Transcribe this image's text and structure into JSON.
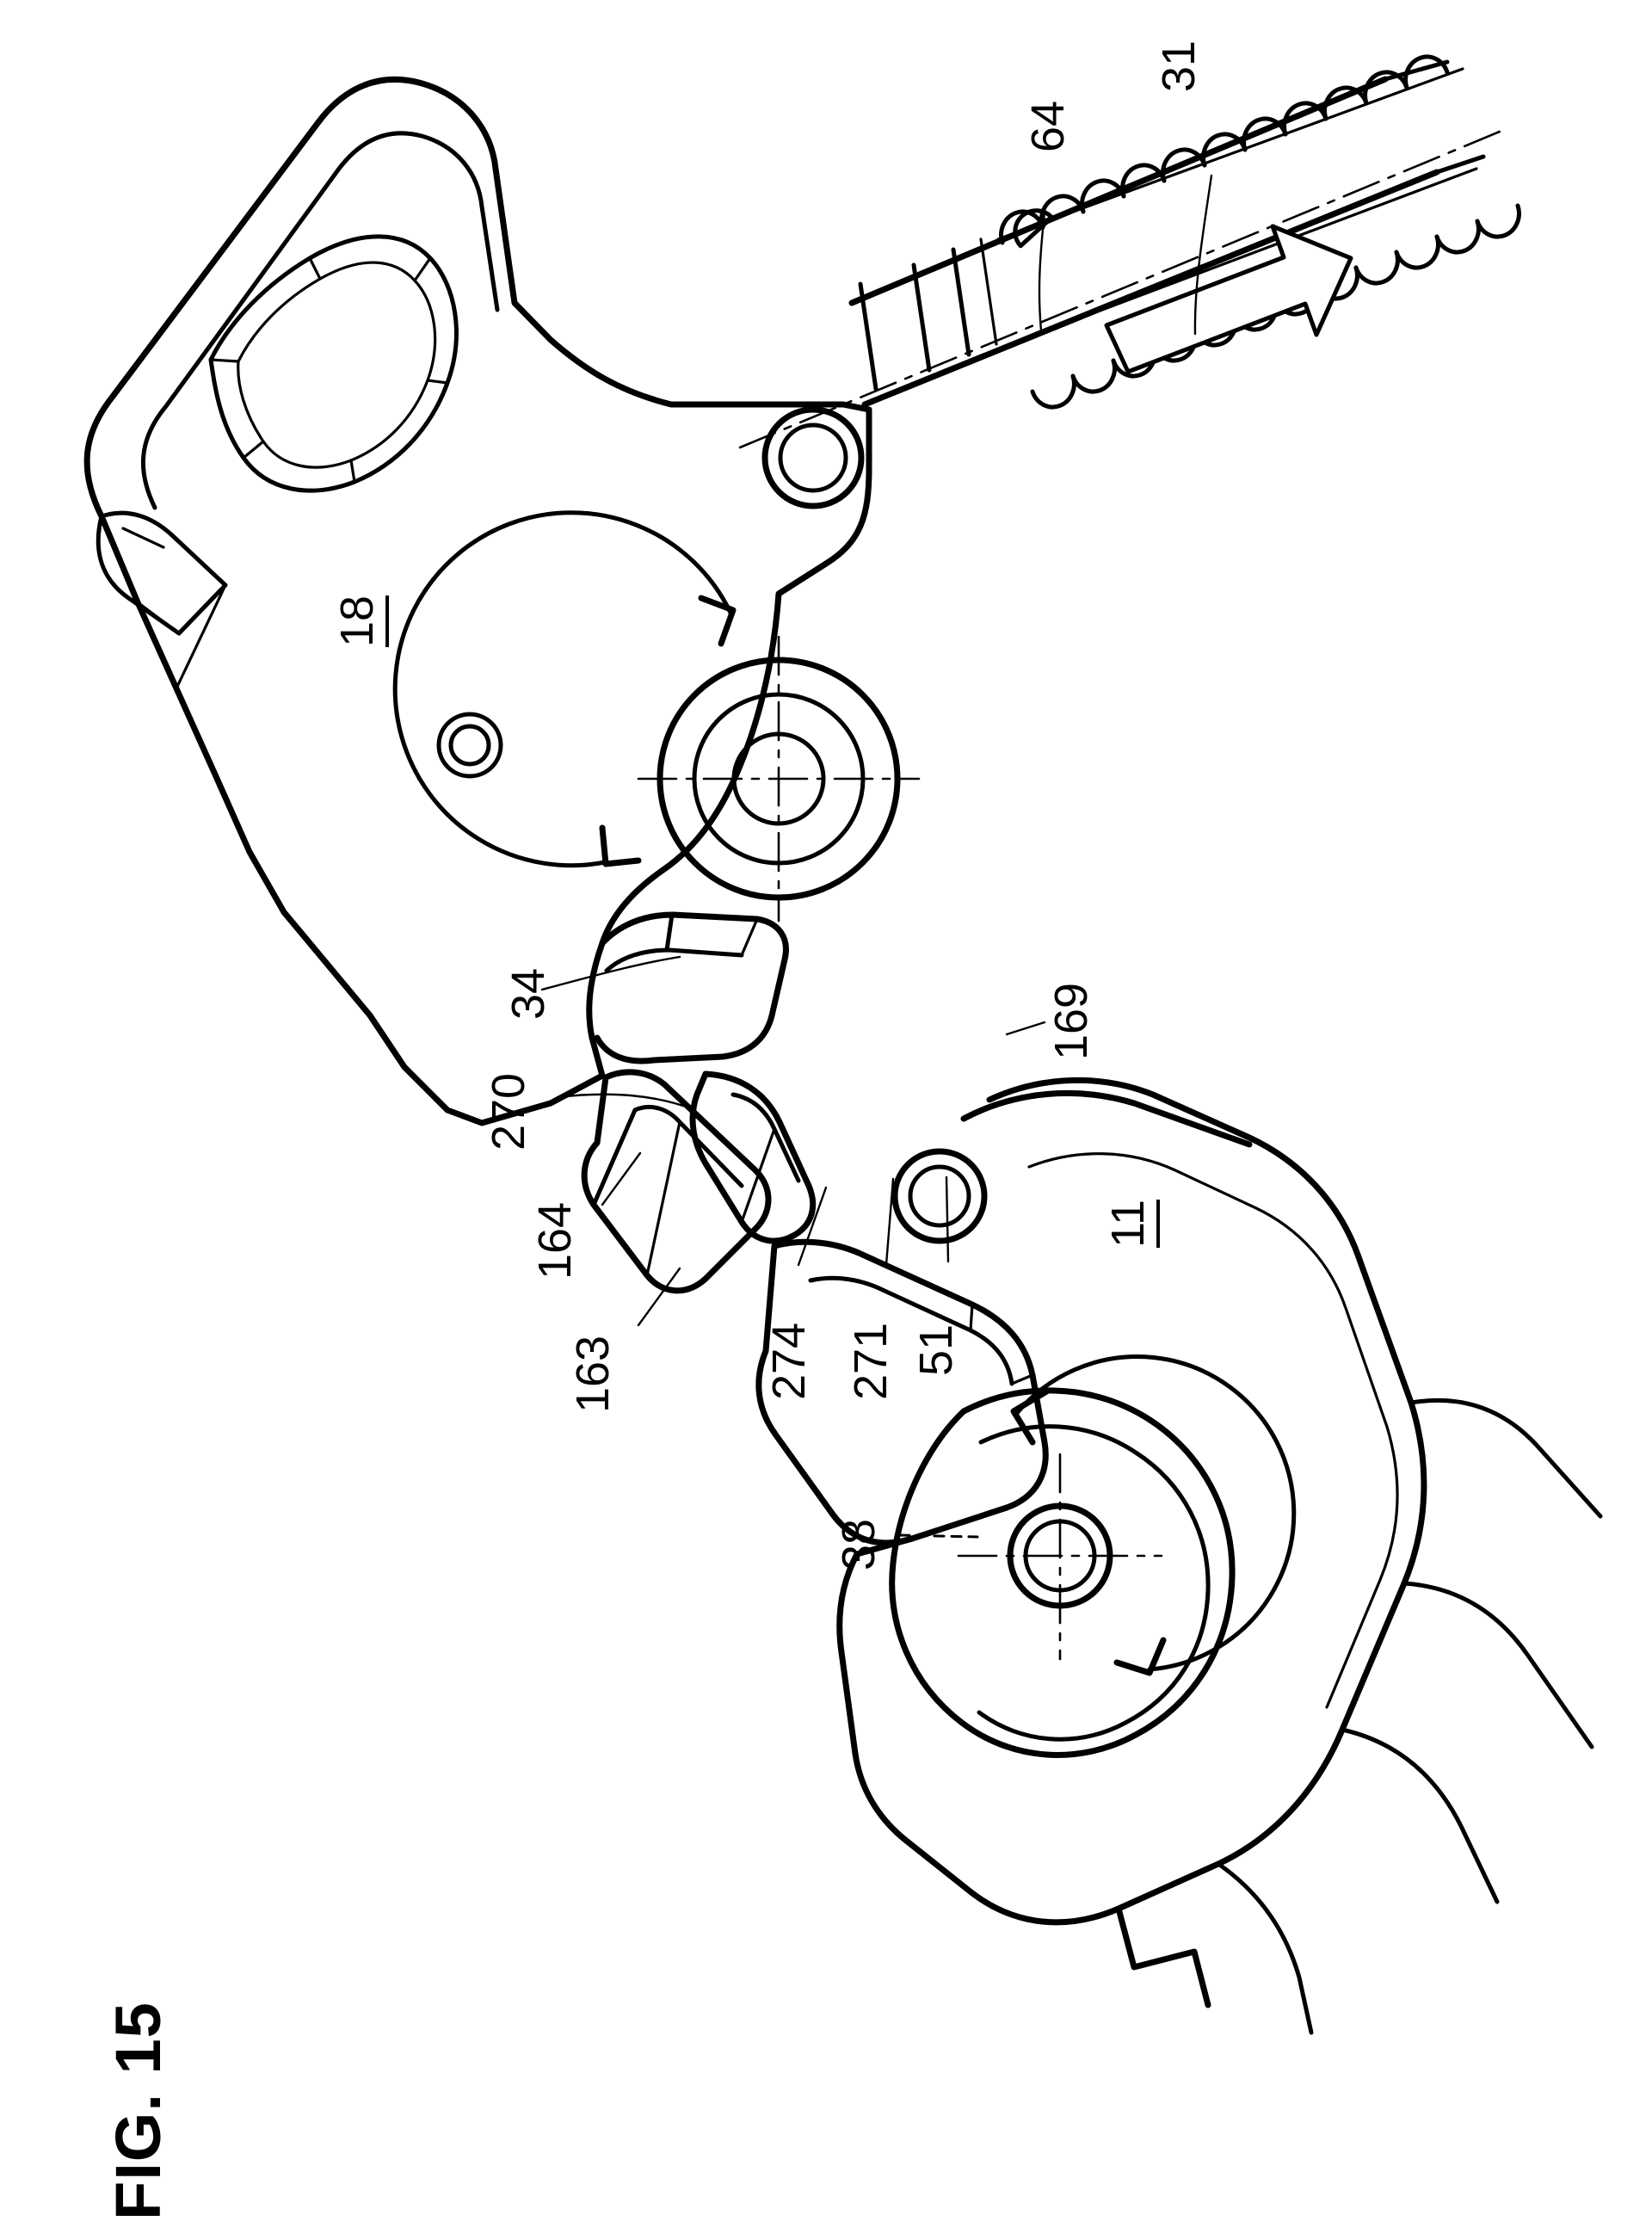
{
  "document": {
    "type": "patent-figure-sheet",
    "figure_caption": "FIG. 15",
    "orientation": "landscape-drawing-rotated-90-on-portrait-sheet",
    "line_color": "#000000",
    "background_color": "#ffffff"
  },
  "figure": {
    "caption": "FIG. 15",
    "title": "FIG. 15"
  },
  "reference_numerals": [
    {
      "id": "ref-31",
      "label": "31",
      "underlined": false,
      "leader": "curved-line",
      "points_to": "threaded-shaft-upper-row"
    },
    {
      "id": "ref-64",
      "label": "64",
      "underlined": false,
      "leader": "curved-line",
      "points_to": "threaded-shaft-lower-start"
    },
    {
      "id": "ref-18",
      "label": "18",
      "underlined": true,
      "leader": "none",
      "points_to": "handle-body"
    },
    {
      "id": "ref-34",
      "label": "34",
      "underlined": false,
      "leader": "curved-line",
      "points_to": "trigger-upper-arm"
    },
    {
      "id": "ref-270",
      "label": "270",
      "underlined": false,
      "leader": "curved-line",
      "points_to": "trigger-link"
    },
    {
      "id": "ref-164",
      "label": "164",
      "underlined": false,
      "leader": "straight-line",
      "points_to": "pawl-tip"
    },
    {
      "id": "ref-163",
      "label": "163",
      "underlined": false,
      "leader": "straight-line",
      "points_to": "pawl-body"
    },
    {
      "id": "ref-274",
      "label": "274",
      "underlined": false,
      "leader": "straight-line",
      "points_to": "latch-surface"
    },
    {
      "id": "ref-271",
      "label": "271",
      "underlined": false,
      "leader": "straight-line",
      "points_to": "link-pivot-region"
    },
    {
      "id": "ref-51",
      "label": "51",
      "underlined": false,
      "leader": "straight-line",
      "points_to": "pivot-boss"
    },
    {
      "id": "ref-169",
      "label": "169",
      "underlined": false,
      "leader": "straight-line",
      "points_to": "jaw-upper-edge"
    },
    {
      "id": "ref-11",
      "label": "11",
      "underlined": true,
      "leader": "none",
      "points_to": "lower-jaw-body"
    },
    {
      "id": "ref-38",
      "label": "38",
      "underlined": false,
      "leader": "dashed-line",
      "points_to": "lower-pivot-axis"
    }
  ],
  "annotations": {
    "arrows": [
      {
        "name": "translation-arrow",
        "style": "outlined-block-arrow",
        "direction": "along-shaft-outward"
      },
      {
        "name": "upper-rotation-arrow",
        "style": "curved-solid-arrow",
        "direction": "clockwise"
      },
      {
        "name": "lower-rotation-arrow",
        "style": "curved-solid-arrow",
        "direction": "counter-clockwise"
      }
    ],
    "centerlines": [
      {
        "name": "shaft-axis-centerline"
      },
      {
        "name": "upper-pivot-crosshair"
      },
      {
        "name": "lower-pivot-crosshair"
      }
    ]
  },
  "components": [
    {
      "name": "handle-grip",
      "ref": "18"
    },
    {
      "name": "threaded-shaft",
      "ref": "31"
    },
    {
      "name": "shaft-thread-row",
      "ref": "64"
    },
    {
      "name": "trigger-lever",
      "ref": "34"
    },
    {
      "name": "trigger-link",
      "ref": "270"
    },
    {
      "name": "pawl-tip",
      "ref": "164"
    },
    {
      "name": "pawl-body",
      "ref": "163"
    },
    {
      "name": "latch-surface",
      "ref": "274"
    },
    {
      "name": "link-pivot",
      "ref": "271"
    },
    {
      "name": "pivot-boss",
      "ref": "51"
    },
    {
      "name": "jaw-upper-edge",
      "ref": "169"
    },
    {
      "name": "lower-jaw-body",
      "ref": "11"
    },
    {
      "name": "lower-pivot-axis",
      "ref": "38"
    }
  ]
}
